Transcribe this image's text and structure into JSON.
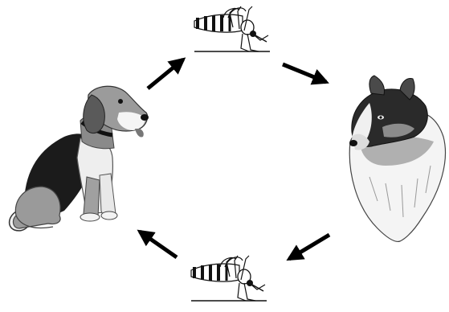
{
  "diagram": {
    "type": "cycle",
    "nodes": [
      {
        "id": "mosquito-top",
        "icon": "mosquito-icon"
      },
      {
        "id": "collie",
        "icon": "collie-dog-icon"
      },
      {
        "id": "mosquito-bottom",
        "icon": "mosquito-icon"
      },
      {
        "id": "beagle",
        "icon": "beagle-dog-icon"
      }
    ],
    "edges": [
      {
        "from": "beagle",
        "to": "mosquito-top"
      },
      {
        "from": "mosquito-top",
        "to": "collie"
      },
      {
        "from": "collie",
        "to": "mosquito-bottom"
      },
      {
        "from": "mosquito-bottom",
        "to": "beagle"
      }
    ],
    "colors": {
      "ink": "#111111",
      "arrow": "#000000",
      "fur_white": "#f2f2f2",
      "fur_grey": "#8a8a8a",
      "fur_dark": "#1a1a1a"
    }
  }
}
